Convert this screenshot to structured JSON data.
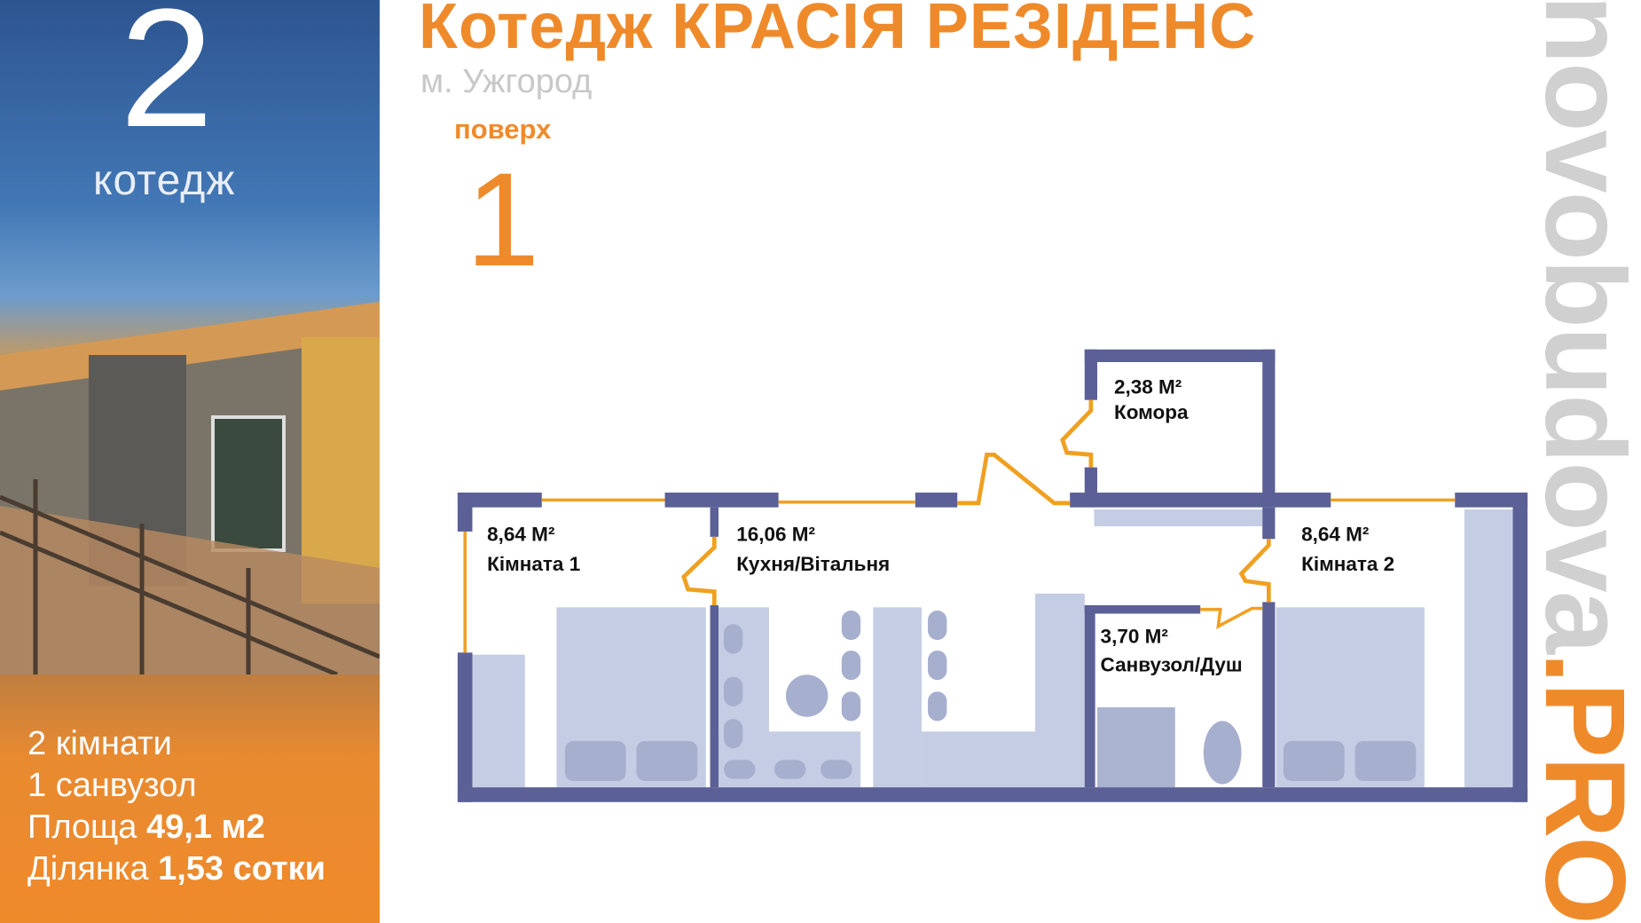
{
  "sidebar": {
    "cottage_number": "2",
    "cottage_label": "котедж",
    "stats": {
      "rooms": "2 кімнати",
      "bathrooms": "1 санвузол",
      "area_label": "Площа",
      "area_value": "49,1 м2",
      "plot_label": "Ділянка",
      "plot_value": "1,53 сотки"
    }
  },
  "header": {
    "title": "Котедж КРАСІЯ РЕЗІДЕНС",
    "city": "м. Ужгород",
    "floor_label": "поверх",
    "floor_number": "1"
  },
  "plan": {
    "rooms": [
      {
        "area": "8,64 М²",
        "name": "Кімната 1"
      },
      {
        "area": "16,06 М²",
        "name": "Кухня/Вітальня"
      },
      {
        "area": "2,38 М²",
        "name": "Комора"
      },
      {
        "area": "8,64 М²",
        "name": "Кімната  2"
      },
      {
        "area": "3,70 М²",
        "name": "Санвузол/Душ"
      }
    ]
  },
  "watermark": {
    "main": "novobudova",
    "suffix": ".PRO"
  },
  "colors": {
    "accent": "#ef8a2b",
    "wall": "#5b6096",
    "furniture": "#c4cde3",
    "door": "#f0a020"
  }
}
